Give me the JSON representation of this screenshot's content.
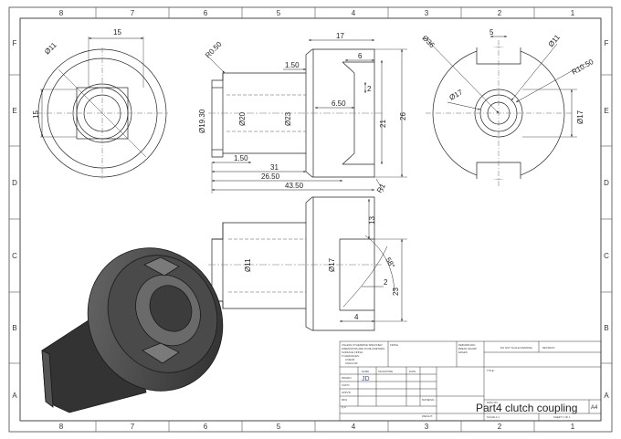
{
  "border": {
    "columns_top": [
      "8",
      "7",
      "6",
      "5",
      "4",
      "3",
      "2",
      "1"
    ],
    "columns_bottom": [
      "8",
      "7",
      "6",
      "5",
      "4",
      "3",
      "2",
      "1"
    ],
    "rows": [
      "F",
      "E",
      "D",
      "C",
      "B",
      "A"
    ]
  },
  "dimensions": {
    "top_left": {
      "d11": "Ø11",
      "w15": "15",
      "h15": "15"
    },
    "side_view": {
      "r050": "R0.50",
      "d1930": "Ø19.30",
      "d20": "Ø20",
      "d23": "Ø23",
      "d150a": "1.50",
      "d150b": "1.50",
      "d31": "31",
      "d2650": "26.50",
      "d4350": "43.50",
      "d17": "17",
      "d6": "6",
      "d650": "6.50",
      "d2": "2",
      "d21": "21",
      "d26": "26",
      "r1": "R1"
    },
    "right_view": {
      "d36": "Ø36",
      "d5": "5",
      "d11": "Ø11",
      "r1050": "R10.50",
      "d17a": "Ø17",
      "d17b": "Ø17"
    },
    "section_view": {
      "d11": "Ø11",
      "d17": "Ø17",
      "d13": "13",
      "ang": "58°",
      "d2": "2",
      "d4": "4",
      "d23": "23"
    }
  },
  "title_block": {
    "notes": [
      "UNLESS OTHERWISE SPECIFIED:",
      "DIMENSIONS ARE IN MILLIMETERS",
      "SURFACE FINISH:",
      "TOLERANCES:",
      "LINEAR:",
      "ANGULAR:"
    ],
    "finish": "FINISH",
    "deburr": [
      "DEBURR AND",
      "BREAK SHARP",
      "EDGES"
    ],
    "do_not_scale": "DO NOT SCALE DRAWING",
    "revision": "REVISION",
    "name_header": "NAME",
    "signature_header": "SIGNATURE",
    "date_header": "DATE",
    "title_label": "TITLE:",
    "rows": [
      "DRAWN",
      "CHK'D",
      "APPV'D",
      "MFG",
      "Q.A"
    ],
    "drawn_name": "JD",
    "material": "MATERIAL:",
    "weight": "WEIGHT:",
    "dwg_no": "DWG NO.",
    "drawing_title": "Part4 clutch coupling",
    "scale": "SCALE:1:1",
    "sheet": "SHEET 1 OF 1",
    "size": "A4"
  }
}
